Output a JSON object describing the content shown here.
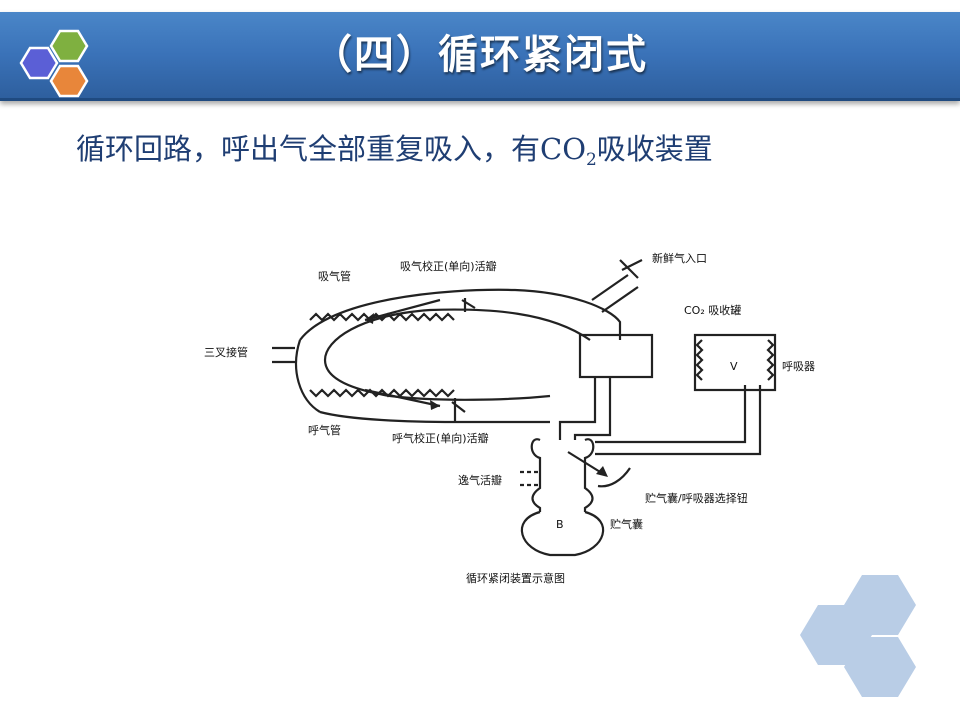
{
  "header": {
    "title": "（四）循环紧闭式"
  },
  "subtitle": {
    "before": "循环回路，呼出气全部重复吸入，有CO",
    "sub": "2",
    "after": "吸收装置"
  },
  "diagram": {
    "caption": "循环紧闭装置示意图",
    "labels": {
      "inhale_tube": "吸气管",
      "inhale_valve": "吸气校正(单向)活瓣",
      "fresh_gas": "新鲜气入口",
      "co2_canister": "CO₂ 吸收罐",
      "tee": "三叉接管",
      "ventilator": "呼吸器",
      "v_mark": "V",
      "exhale_tube": "呼气管",
      "exhale_valve": "呼气校正(单向)活瓣",
      "escape_valve": "逸气活瓣",
      "selector": "贮气囊/呼吸器选择钮",
      "reservoir": "贮气囊",
      "b_mark": "B"
    }
  },
  "colors": {
    "title_bar": "#3a72b8",
    "subtitle": "#1f3e73",
    "hex_blue": "#5b5fd6",
    "hex_green": "#7fb040",
    "hex_orange": "#e8863a",
    "deco_hex": "#b9cde6"
  }
}
